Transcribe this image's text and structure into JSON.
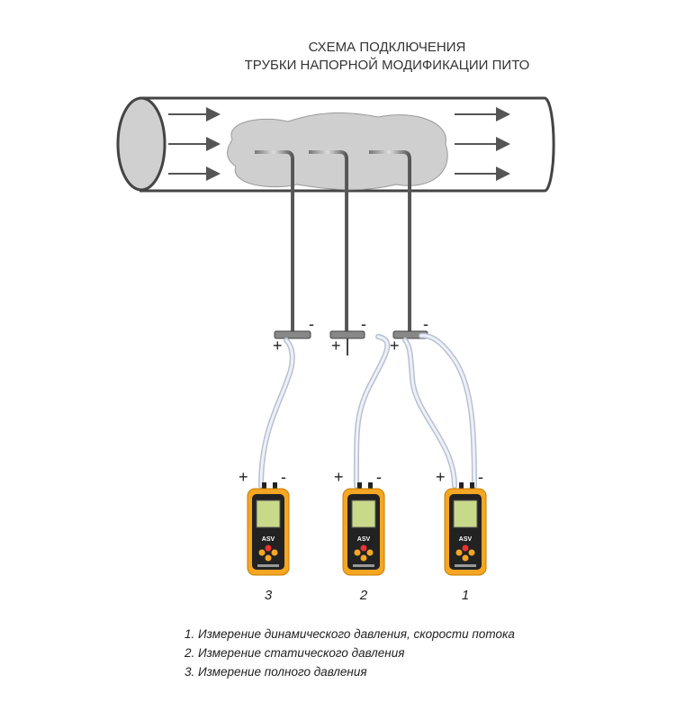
{
  "title": {
    "line1": "СХЕМА ПОДКЛЮЧЕНИЯ",
    "line2": "ТРУБКИ НАПОРНОЙ МОДИФИКАЦИИ ПИТО"
  },
  "signs": {
    "plus": "+",
    "minus": "-"
  },
  "meters": [
    {
      "number": "3",
      "brand": "ASV"
    },
    {
      "number": "2",
      "brand": "ASV"
    },
    {
      "number": "1",
      "brand": "ASV"
    }
  ],
  "legend": [
    "1. Измерение динамического давления, скорости потока",
    "2. Измерение статического давления",
    "3. Измерение полного давления"
  ],
  "colors": {
    "meter_body": "#f5a623",
    "hose": "#dfe4ee",
    "pipe": "#555555",
    "cloud": "#cfcfcf"
  }
}
